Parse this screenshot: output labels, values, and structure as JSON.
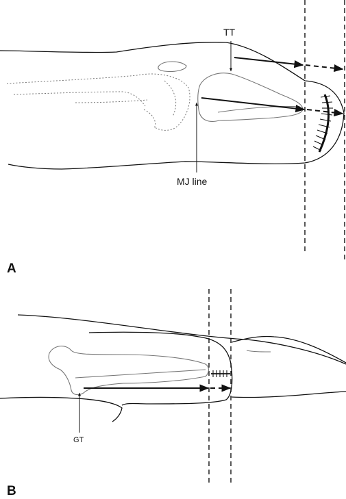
{
  "panel_a": {
    "panel_label": "A",
    "label_tt": "TT",
    "label_mj": "MJ line"
  },
  "panel_b": {
    "panel_label": "B",
    "label_gt": "GT"
  }
}
